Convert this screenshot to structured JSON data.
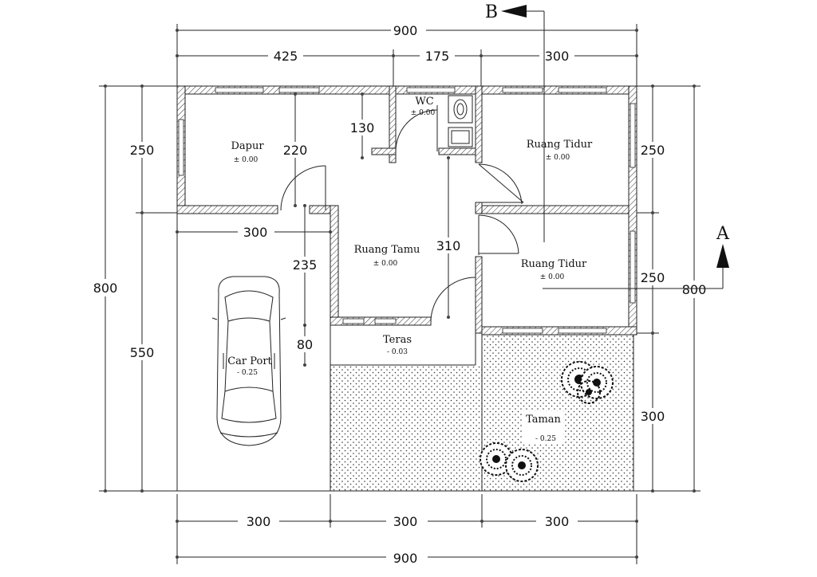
{
  "dimensions": {
    "top_total": "900",
    "top_segments": [
      "425",
      "175",
      "300"
    ],
    "bottom_segments": [
      "300",
      "300",
      "300"
    ],
    "bottom_total": "900",
    "left_total": "800",
    "left_segments": [
      "250",
      "550"
    ],
    "right_total": "800",
    "right_segments": [
      "250",
      "250",
      "300"
    ],
    "interior": {
      "d130": "130",
      "d220": "220",
      "d300": "300",
      "d235": "235",
      "d310": "310",
      "d80": "80"
    }
  },
  "sections": {
    "a": "A",
    "b": "B"
  },
  "rooms": [
    {
      "name": "Dapur",
      "elevation": "± 0.00"
    },
    {
      "name": "WC",
      "elevation": "± 0.00"
    },
    {
      "name": "Ruang Tidur",
      "elevation": "± 0.00"
    },
    {
      "name": "Ruang Tamu",
      "elevation": "± 0.00"
    },
    {
      "name": "Ruang Tidur",
      "elevation": "± 0.00"
    },
    {
      "name": "Teras",
      "elevation": "- 0.03"
    },
    {
      "name": "Car Port",
      "elevation": "- 0.25"
    },
    {
      "name": "Taman",
      "elevation": "- 0.25"
    }
  ],
  "icons": {
    "car": "car-icon",
    "toilet": "squat-toilet-icon",
    "trees": "tree-icon",
    "section_arrow": "section-arrow-icon"
  }
}
